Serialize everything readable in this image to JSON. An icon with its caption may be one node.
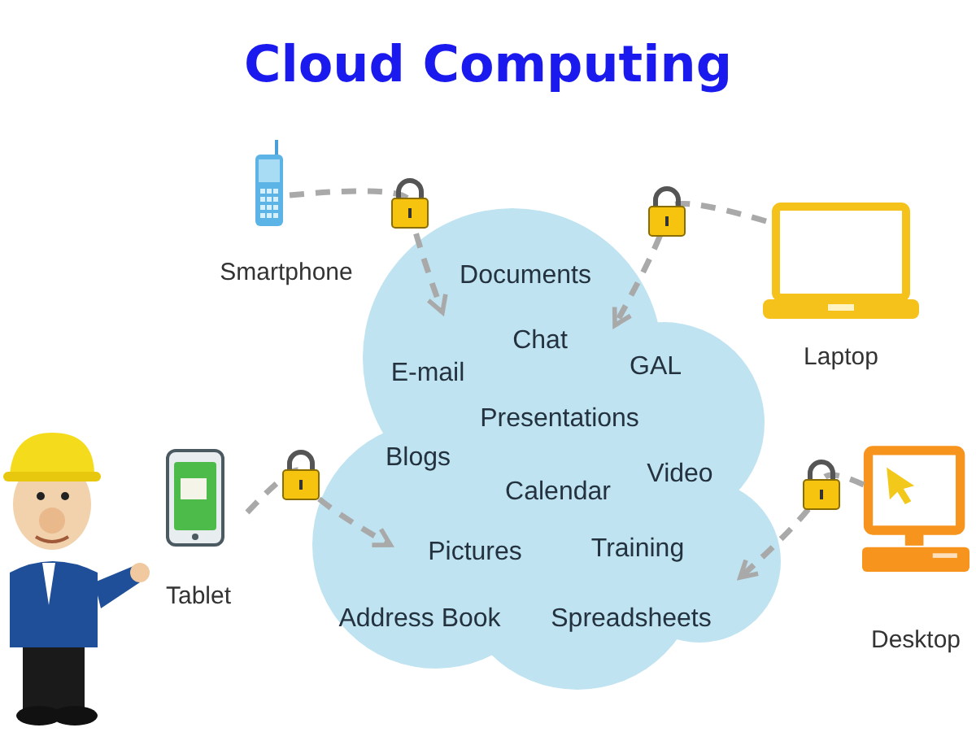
{
  "diagram": {
    "title": "Cloud Computing",
    "nodes": [
      {
        "text": [
          "Documents",
          "Chat",
          "E-mail",
          "GAL",
          "Presentations",
          "Blogs",
          "Video",
          "Calendar",
          "Pictures",
          "Training",
          "Address Book",
          "Spreadsheets"
        ]
      },
      {
        "text": [
          "Smartphone"
        ]
      },
      {
        "text": [
          "Laptop"
        ]
      },
      {
        "text": [
          "Tablet"
        ]
      },
      {
        "text": [
          "Desktop"
        ]
      }
    ],
    "edges": [
      {
        "from": 1,
        "to": 0,
        "arrow": "to",
        "style": "dashed"
      },
      {
        "from": 2,
        "to": 0,
        "arrow": "to",
        "style": "dashed"
      },
      {
        "from": 3,
        "to": 0,
        "arrow": "to",
        "style": "dashed"
      },
      {
        "from": 4,
        "to": 0,
        "arrow": "to",
        "style": "dashed"
      }
    ]
  }
}
